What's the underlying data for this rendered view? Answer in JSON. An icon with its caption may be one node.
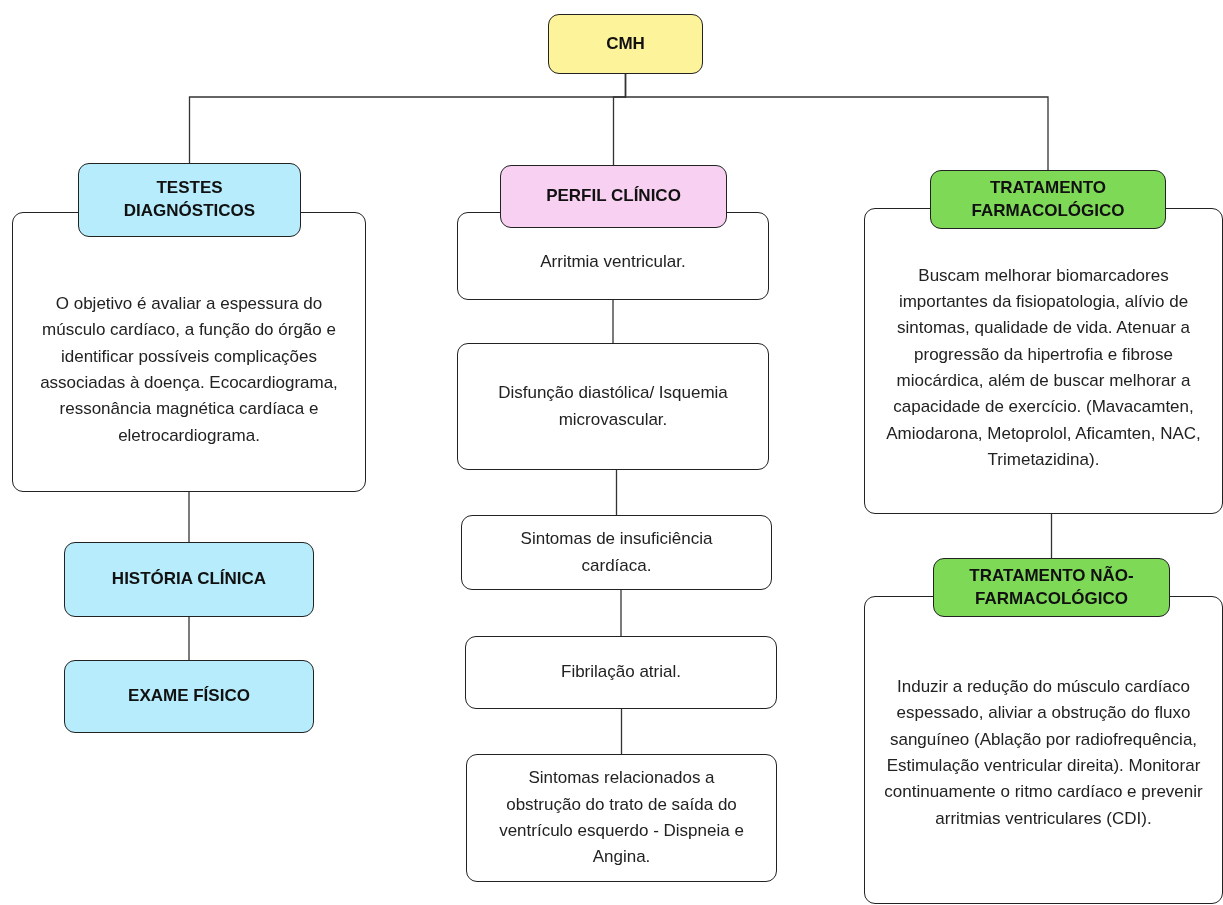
{
  "diagram": {
    "nodes": [
      {
        "text": [
          "CMH"
        ]
      },
      {
        "text": [
          "TESTES DIAGNÓSTICOS"
        ]
      },
      {
        "text": [
          "O objetivo é avaliar a espessura do músculo cardíaco, a função do órgão e identificar possíveis complicações associadas à doença. Ecocardiograma,  ressonância magnética cardíaca e eletrocardiograma."
        ]
      },
      {
        "text": [
          "HISTÓRIA CLÍNICA"
        ]
      },
      {
        "text": [
          "EXAME FÍSICO"
        ]
      },
      {
        "text": [
          "PERFIL CLÍNICO"
        ]
      },
      {
        "text": [
          "Arritmia ventricular."
        ]
      },
      {
        "text": [
          "Disfunção diastólica/ Isquemia microvascular."
        ]
      },
      {
        "text": [
          "Sintomas de insuficiência cardíaca."
        ]
      },
      {
        "text": [
          "Fibrilação atrial."
        ]
      },
      {
        "text": [
          "Sintomas relacionados a obstrução do trato de saída do ventrículo esquerdo - Dispneia e Angina."
        ]
      },
      {
        "text": [
          "TRATAMENTO FARMACOLÓGICO"
        ]
      },
      {
        "text": [
          "Buscam melhorar biomarcadores importantes da fisiopatologia, alívio de sintomas, qualidade de vida. Atenuar a progressão da hipertrofia e fibrose miocárdica, além de buscar melhorar a capacidade de exercício. (Mavacamten, Amiodarona, Metoprolol, Aficamten, NAC, Trimetazidina)."
        ]
      },
      {
        "text": [
          "TRATAMENTO NÃO-FARMACOLÓGICO"
        ]
      },
      {
        "text": [
          "Induzir a redução do músculo cardíaco espessado, aliviar a obstrução do fluxo sanguíneo (Ablação por radiofrequência, Estimulação ventricular direita). Monitorar continuamente o ritmo cardíaco e prevenir arritmias ventriculares (CDI)."
        ]
      }
    ],
    "edges": [
      {
        "from": 0,
        "to": 1,
        "arrow": "none"
      },
      {
        "from": 0,
        "to": 5,
        "arrow": "none"
      },
      {
        "from": 0,
        "to": 11,
        "arrow": "none"
      },
      {
        "from": 2,
        "to": 3,
        "arrow": "none"
      },
      {
        "from": 3,
        "to": 4,
        "arrow": "none"
      },
      {
        "from": 6,
        "to": 7,
        "arrow": "none"
      },
      {
        "from": 7,
        "to": 8,
        "arrow": "none"
      },
      {
        "from": 8,
        "to": 9,
        "arrow": "none"
      },
      {
        "from": 9,
        "to": 10,
        "arrow": "none"
      },
      {
        "from": 12,
        "to": 13,
        "arrow": "none"
      }
    ]
  }
}
